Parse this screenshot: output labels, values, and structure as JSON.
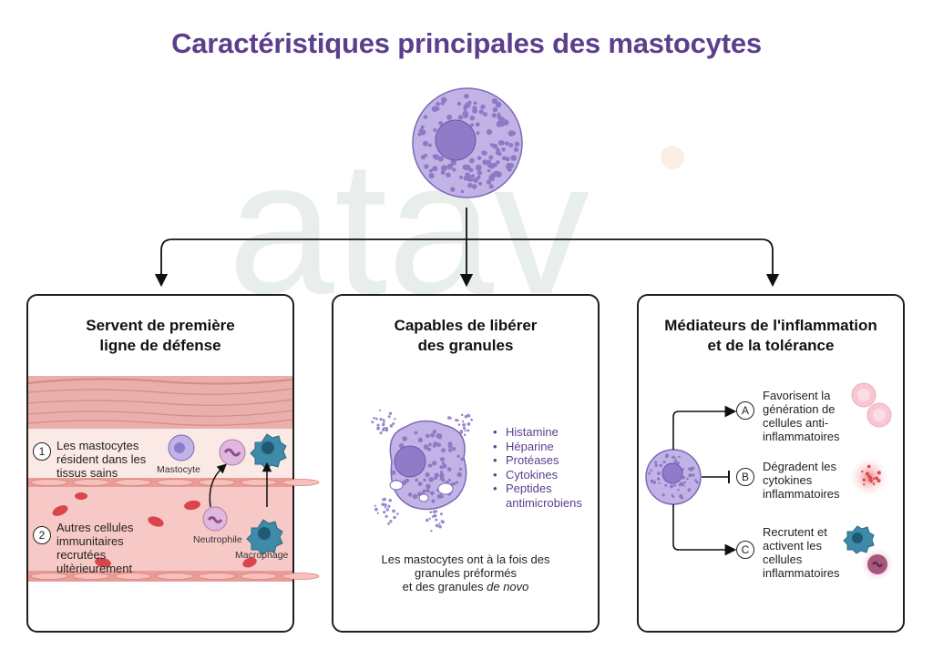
{
  "title": "Caractéristiques principales des mastocytes",
  "watermark": "atav",
  "colors": {
    "title": "#5b3f8c",
    "cell": "#b9a9e0",
    "nucleus": "#8e7cc8",
    "vessel": "#f3b7b5"
  },
  "panel1": {
    "title_line1": "Servent de première",
    "title_line2": "ligne de défense",
    "step1_number": "1",
    "step1_text": "Les mastocytes résident dans les tissus sains",
    "step2_number": "2",
    "step2_text": "Autres cellules immunitaires recrutées ultèrieurement",
    "label_mastocyte": "Mastocyte",
    "label_neutrophile": "Neutrophile",
    "label_macrophage": "Macrophage"
  },
  "panel2": {
    "title_line1": "Capables de libérer",
    "title_line2": "des granules",
    "granules": [
      "Histamine",
      "Héparine",
      "Protéases",
      "Cytokines",
      "Peptides antimicrobiens"
    ],
    "caption_line1": "Les mastocytes ont à la fois des",
    "caption_line2": "granules préformés",
    "caption_line3_prefix": "et des granules ",
    "caption_line3_italic": "de novo"
  },
  "panel3": {
    "title_line1": "Médiateurs de l'inflammation",
    "title_line2": "et de la tolérance",
    "a_letter": "A",
    "a_text": "Favorisent la génération de cellules anti-inflammatoires",
    "b_letter": "B",
    "b_text": "Dégradent les cytokines inflammatoires",
    "c_letter": "C",
    "c_text": "Recrutent et activent les cellules inflammatoires"
  }
}
